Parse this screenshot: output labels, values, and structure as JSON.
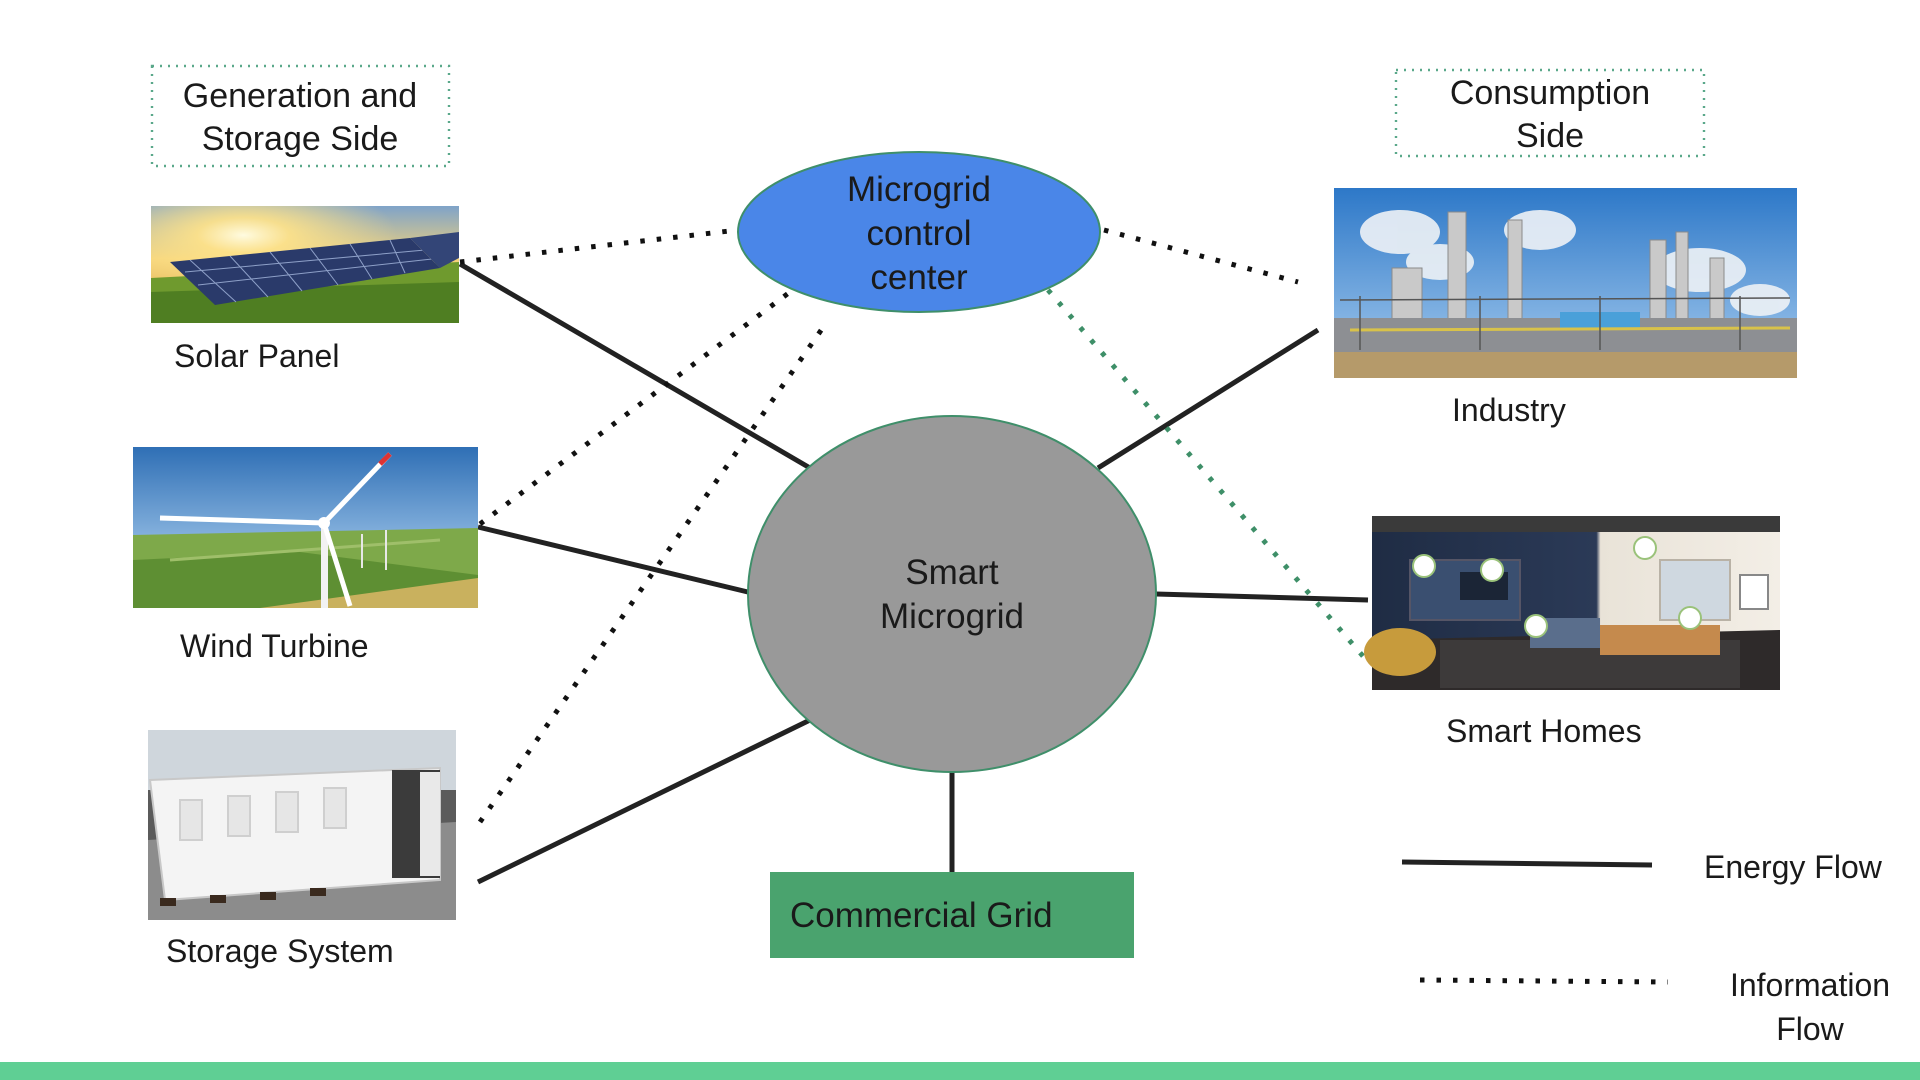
{
  "sides": {
    "generation": {
      "line1": "Generation and",
      "line2": "Storage Side"
    },
    "consumption": {
      "line1": "Consumption",
      "line2": "Side"
    }
  },
  "control_center": {
    "line1": "Microgrid",
    "line2": "control",
    "line3": "center",
    "color": "#4a86e8"
  },
  "hub": {
    "line1": "Smart",
    "line2": "Microgrid",
    "color": "#999999"
  },
  "grid": {
    "label": "Commercial Grid",
    "color": "#4aa36e"
  },
  "sources": {
    "solar": "Solar Panel",
    "wind": "Wind Turbine",
    "storage": "Storage System"
  },
  "loads": {
    "industry": "Industry",
    "homes": "Smart Homes"
  },
  "legend": {
    "energy": "Energy Flow",
    "info_line1": "Information",
    "info_line2": "Flow"
  },
  "colors": {
    "footer_bar": "#5fcf94",
    "info_green": "#3e8f68"
  }
}
